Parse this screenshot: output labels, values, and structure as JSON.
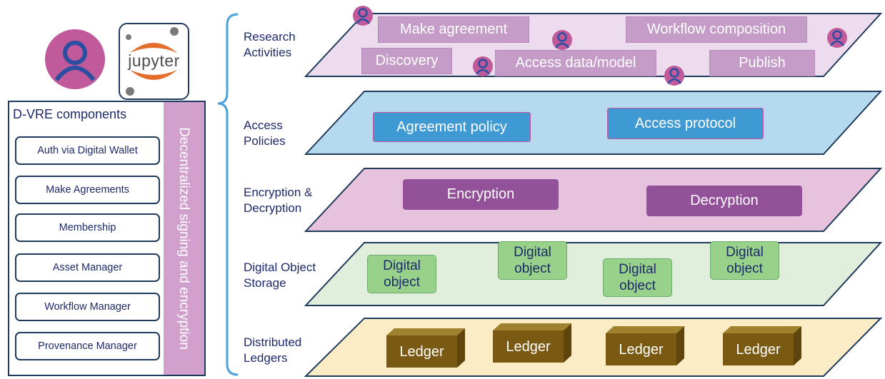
{
  "layers": [
    {
      "label": "Research\nActivities",
      "color": "#eddcee"
    },
    {
      "label": "Access\nPolicies",
      "color": "#b5d9ee"
    },
    {
      "label": "Encryption &\nDecryption",
      "color": "#e7c2dd"
    },
    {
      "label": "Digital Object\nStorage",
      "color": "#e1eedc"
    },
    {
      "label": "Distributed\nLedgers",
      "color": "#fbecc6"
    }
  ],
  "research_activities": [
    "Make agreement",
    "Workflow composition",
    "Discovery",
    "Access data/model",
    "Publish"
  ],
  "access_policies": [
    "Agreement policy",
    "Access protocol"
  ],
  "encryption": [
    "Encryption",
    "Decryption"
  ],
  "digital_objects": [
    "Digital\nobject",
    "Digital\nobject",
    "Digital\nobject",
    "Digital\nobject"
  ],
  "ledgers": [
    "Ledger",
    "Ledger",
    "Ledger",
    "Ledger"
  ],
  "jupyter_logo_text": "jupyter",
  "components": {
    "title": "D-VRE components",
    "items": [
      "Auth via Digital Wallet",
      "Make Agreements",
      "Membership",
      "Asset Manager",
      "Workflow Manager",
      "Provenance Manager"
    ],
    "side_label": "Decentralized signing and encryption"
  },
  "colors": {
    "outline": "#1f3b5c",
    "label_text": "#1f2a6b",
    "brace": "#4aa3d6",
    "ledger_front": "#7a5a12",
    "ledger_top": "#a0822e",
    "ledger_side": "#5e450c",
    "user_icon": "#c05a9a",
    "user_outline": "#2a4ea0",
    "jupyter_orange": "#e46e2e"
  }
}
